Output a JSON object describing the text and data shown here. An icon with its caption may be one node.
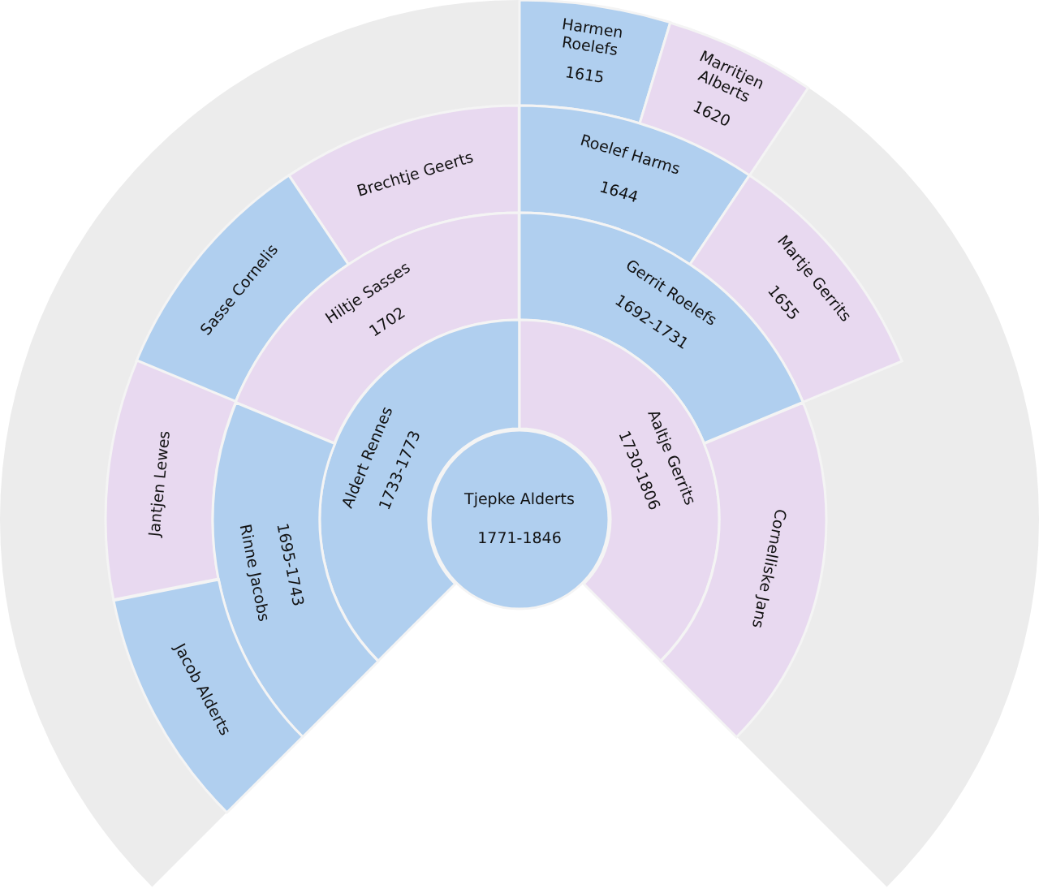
{
  "diagram": {
    "nodes": [
      {
        "text": [
          "Harmen Roelefs",
          "1615"
        ]
      },
      {
        "text": [
          "Marritjen Alberts",
          "1620"
        ]
      },
      {
        "text": [
          "Brechtje Geerts"
        ]
      },
      {
        "text": [
          "Roelef Harms",
          "1644"
        ]
      },
      {
        "text": [
          "Sasse Cornelis"
        ]
      },
      {
        "text": [
          "Hiltje Sasses",
          "1702"
        ]
      },
      {
        "text": [
          "Martje Gerrits",
          "1655"
        ]
      },
      {
        "text": [
          "Gerrit Roelefs",
          "1692-1731"
        ]
      },
      {
        "text": [
          "Jantjen Lewes"
        ]
      },
      {
        "text": [
          "Aldert Rennes",
          "1733-1773"
        ]
      },
      {
        "text": [
          "Aaltje Gerrits",
          "1730-1806"
        ]
      },
      {
        "text": [
          "Tjepke Alderts",
          "1771-1846"
        ]
      },
      {
        "text": [
          "Cornelliske Jans"
        ]
      },
      {
        "text": [
          "Rinne Jacobs",
          "1695-1743"
        ]
      },
      {
        "text": [
          "Jacob Alderts"
        ]
      }
    ]
  }
}
